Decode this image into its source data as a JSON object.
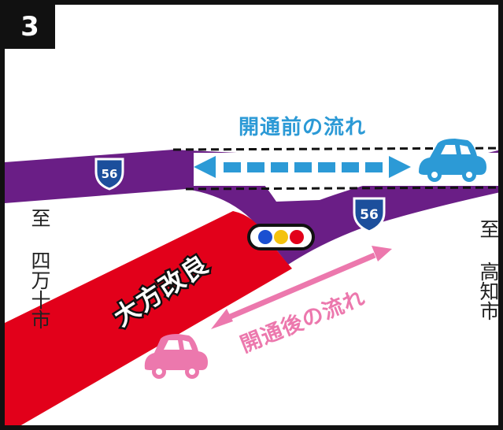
{
  "panel_number": "3",
  "flow_before_label": "開通前の流れ",
  "flow_after_label": "開通後の流れ",
  "bypass_label": "大方改良",
  "route_shield_number": "56",
  "destination_left": "至 四万十市",
  "destination_right": "至 高知市",
  "colors": {
    "old_road": "#6a1e86",
    "new_road": "#e2001a",
    "flow_before": "#2c9ad6",
    "flow_after": "#ec78ad",
    "shield": "#1c4f9c",
    "signal_blue": "#1a4fd1",
    "signal_yellow": "#f4c20d",
    "signal_red": "#e2001a"
  }
}
